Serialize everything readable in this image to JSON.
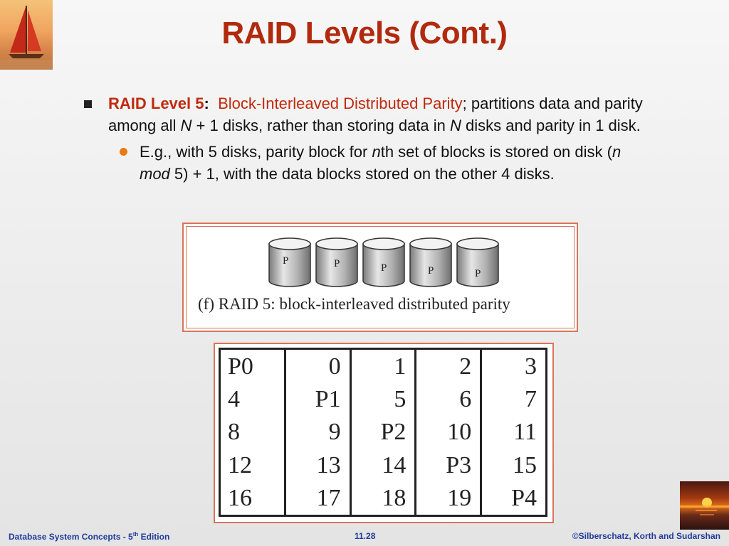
{
  "slide": {
    "title": "RAID Levels (Cont.)"
  },
  "bullet1": {
    "label": "RAID Level 5",
    "colon": ":",
    "term": "Block-Interleaved Distributed Parity",
    "text_a": "; partitions data and parity among all ",
    "n1": "N",
    "text_b": " + 1 disks, rather than storing data in ",
    "n2": "N",
    "text_c": " disks and parity in 1 disk."
  },
  "bullet2": {
    "text_a": "E.g., with 5 disks, parity block for ",
    "n": "n",
    "text_b": "th set of blocks is stored on disk (",
    "nmod": "n mod",
    "text_c": " 5) + 1, with the data blocks stored on the other 4 disks."
  },
  "figure1": {
    "disk_labels": [
      "P",
      "P",
      "P",
      "P",
      "P"
    ],
    "caption": "(f) RAID 5: block-interleaved distributed parity"
  },
  "figure2": {
    "rows": [
      [
        "P0",
        "0",
        "1",
        "2",
        "3"
      ],
      [
        "4",
        "P1",
        "5",
        "6",
        "7"
      ],
      [
        "8",
        "9",
        "P2",
        "10",
        "11"
      ],
      [
        "12",
        "13",
        "14",
        "P3",
        "15"
      ],
      [
        "16",
        "17",
        "18",
        "19",
        "P4"
      ]
    ]
  },
  "footer": {
    "left_a": "Database System Concepts - 5",
    "left_sup": "th",
    "left_b": " Edition",
    "center": "11.28",
    "right": "©Silberschatz, Korth and Sudarshan"
  },
  "colors": {
    "title": "#b22a0e",
    "accent_red": "#c2290d",
    "footer_blue": "#1f3a9a",
    "sub_bullet": "#e87a10",
    "frame": "#d8755a"
  },
  "icons": [
    "sailboat-logo",
    "sunset-image",
    "disk-cylinder-icon"
  ]
}
